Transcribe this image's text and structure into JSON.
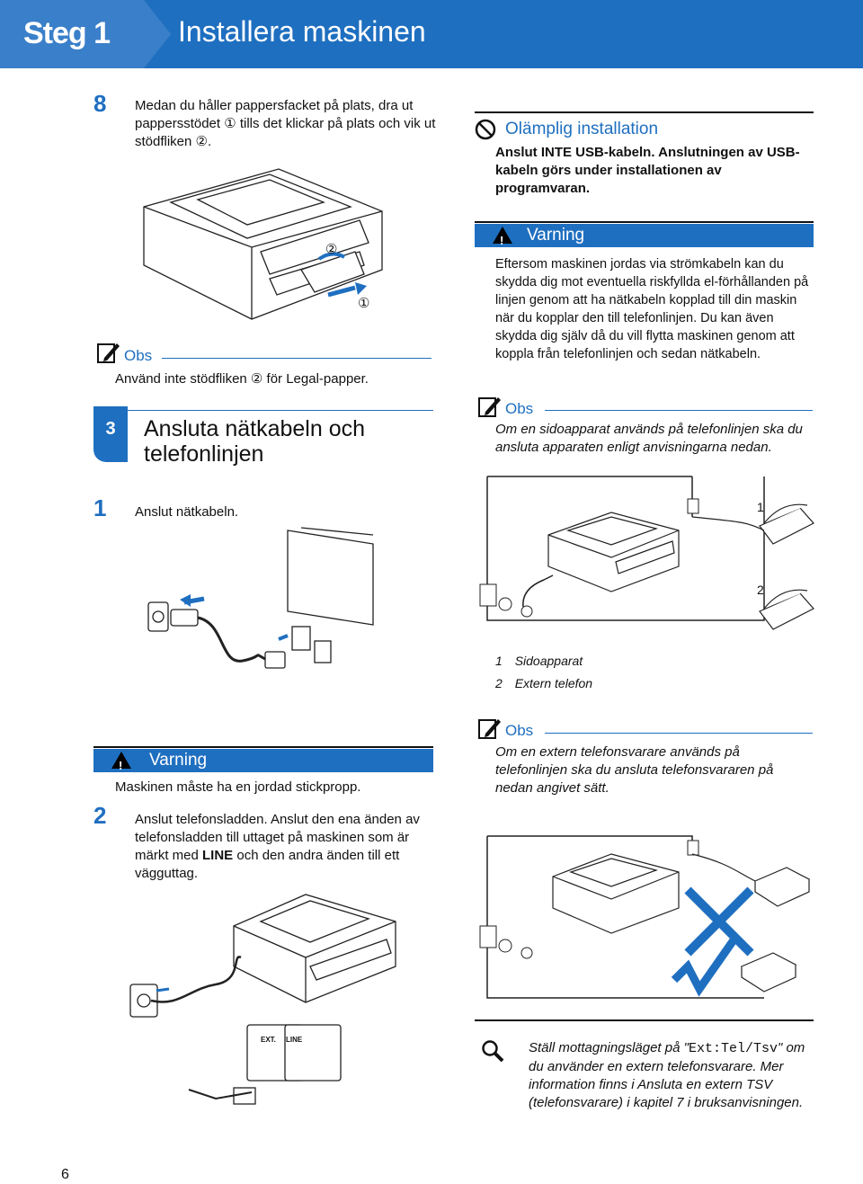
{
  "header": {
    "step": "Steg 1",
    "title": "Installera maskinen"
  },
  "step8": {
    "number": "8",
    "text": "Medan du håller pappersfacket på plats, dra ut pappersstödet ① tills det klickar på plats och vik ut stödfliken ②.",
    "callout1": "①",
    "callout2": "②"
  },
  "obs1": {
    "title": "Obs",
    "text": "Använd inte stödfliken ② för Legal-papper."
  },
  "section3": {
    "number": "3",
    "title_line1": "Ansluta nätkabeln och",
    "title_line2": "telefonlinjen"
  },
  "step1": {
    "number": "1",
    "text": "Anslut nätkabeln."
  },
  "warning_left": {
    "title": "Varning",
    "text": "Maskinen måste ha en jordad stickpropp."
  },
  "step2": {
    "number": "2",
    "text_parts": [
      "Anslut telefonsladden. Anslut den ena änden av telefonsladden till uttaget på maskinen som är märkt med ",
      "LINE",
      " och den andra änden till ett vägguttag."
    ],
    "label_ext": "EXT.",
    "label_line": "LINE"
  },
  "improper": {
    "title": "Olämplig installation",
    "text": "Anslut INTE USB-kabeln. Anslutningen av USB-kabeln görs under installationen av programvaran."
  },
  "warning_right": {
    "title": "Varning",
    "text": "Eftersom maskinen jordas via strömkabeln kan du skydda dig mot eventuella riskfyllda el-förhållanden på linjen genom att ha nätkabeln kopplad till din maskin när du kopplar den till telefonlinjen. Du kan även skydda dig själv då du vill flytta maskinen genom att koppla från telefonlinjen och sedan nätkabeln."
  },
  "obs2": {
    "title": "Obs",
    "text": "Om en sidoapparat används på telefonlinjen ska du ansluta apparaten enligt anvisningarna nedan."
  },
  "diagram1": {
    "callout1": "1",
    "callout2": "2",
    "legend": [
      {
        "num": "1",
        "label": "Sidoapparat"
      },
      {
        "num": "2",
        "label": "Extern telefon"
      }
    ]
  },
  "obs3": {
    "title": "Obs",
    "text": "Om en extern telefonsvarare används på telefonlinjen ska du ansluta telefonsvararen på nedan angivet sätt."
  },
  "tip": {
    "text_parts": [
      "Ställ mottagningsläget på \"",
      "Ext:Tel/Tsv",
      "\" om du använder en extern telefonsvarare. Mer information finns i Ansluta en extern TSV (telefonsvarare) i kapitel 7 i bruksanvisningen."
    ]
  },
  "page_number": "6",
  "colors": {
    "accent": "#1f6fc0",
    "accent_light": "#3a7fc9"
  }
}
